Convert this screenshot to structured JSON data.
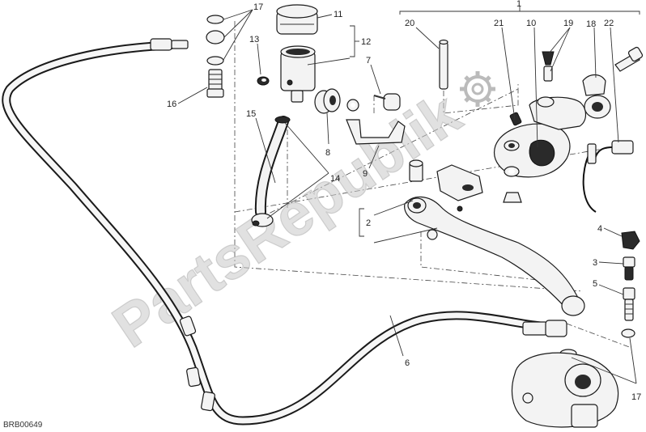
{
  "drawing_code": "BRB00649",
  "watermark": "PartsRepublik",
  "callouts": {
    "n1": "1",
    "n2": "2",
    "n3": "3",
    "n4": "4",
    "n5": "5",
    "n6": "6",
    "n7": "7",
    "n8": "8",
    "n9": "9",
    "n10": "10",
    "n11": "11",
    "n12": "12",
    "n13": "13",
    "n14": "14",
    "n15": "15",
    "n16": "16",
    "n17": "17",
    "n18": "18",
    "n19": "19",
    "n20": "20",
    "n21": "21",
    "n22": "22"
  }
}
